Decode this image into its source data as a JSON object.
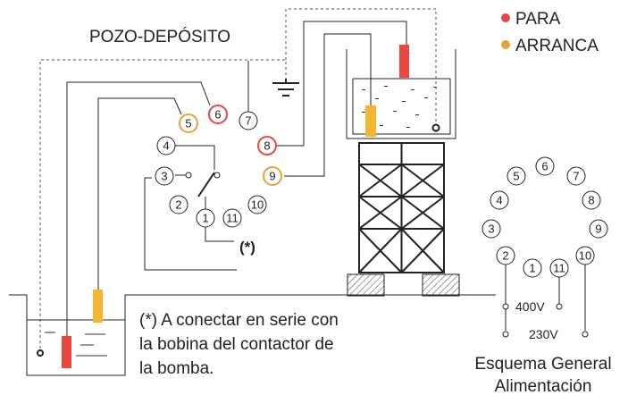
{
  "title": "POZO-DEPÓSITO",
  "legend": [
    {
      "label": "PARA",
      "color": "#e8473f"
    },
    {
      "label": "ARRANCA",
      "color": "#e5a23a"
    }
  ],
  "note_marker": "(*)",
  "note_lines": [
    "(*) A conectar en serie con",
    "la bobina del contactor de",
    "la bomba."
  ],
  "pins_main": [
    "1",
    "2",
    "3",
    "4",
    "5",
    "6",
    "7",
    "8",
    "9",
    "10",
    "11"
  ],
  "pins_general": [
    "1",
    "2",
    "3",
    "4",
    "5",
    "6",
    "7",
    "8",
    "9",
    "10",
    "11"
  ],
  "voltage_400": "400V",
  "voltage_230": "230V",
  "general_title_1": "Esquema General",
  "general_title_2": "Alimentación",
  "colors": {
    "stop": "#e8473f",
    "start": "#f2b632",
    "line": "#222222",
    "dashed": "#555555"
  }
}
